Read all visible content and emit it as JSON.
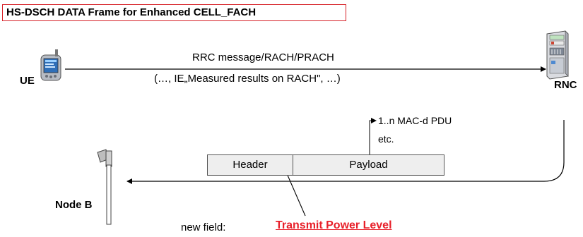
{
  "title": "HS-DSCH DATA Frame for Enhanced CELL_FACH",
  "entities": {
    "ue": "UE",
    "rnc": "RNC",
    "node_b": "Node B"
  },
  "message": {
    "line1": "RRC message/RACH/PRACH",
    "line2": "(…, IE„Measured results on RACH\", …)"
  },
  "frame": {
    "header": "Header",
    "payload": "Payload",
    "payload_content": "1..n MAC-d PDU",
    "payload_etc": "etc."
  },
  "annotation": {
    "prefix": "new field:",
    "field_name": "Transmit Power Level"
  },
  "colors": {
    "accent_red": "#e8202a",
    "title_border": "#d61f26"
  },
  "icons": [
    "mobile-phone-icon",
    "rnc-server-icon",
    "antenna-mast-icon"
  ]
}
